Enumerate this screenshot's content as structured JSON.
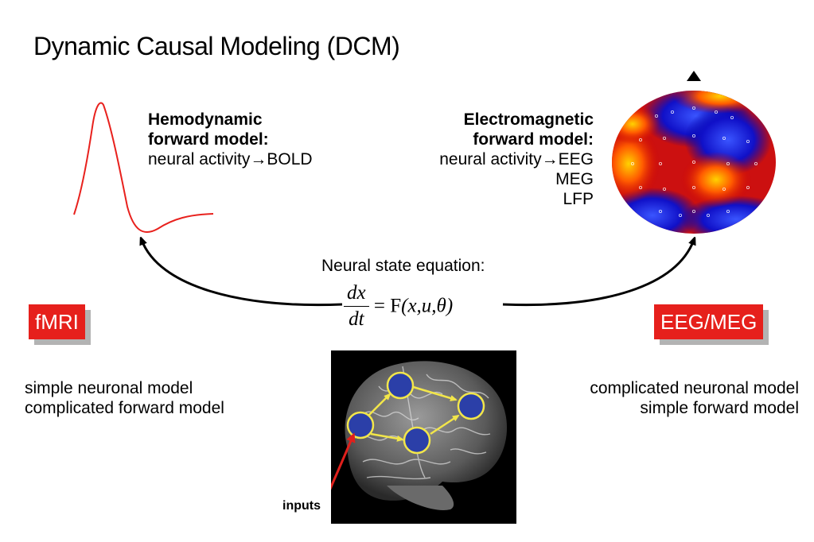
{
  "title": "Dynamic Causal Modeling (DCM)",
  "hemodynamic": {
    "title_line1": "Hemodynamic",
    "title_line2": "forward model:",
    "mapping": "neural activity→BOLD"
  },
  "electromagnetic": {
    "title_line1": "Electromagnetic",
    "title_line2": "forward model:",
    "mapping": "neural activity→EEG",
    "line2": "MEG",
    "line3": "LFP"
  },
  "state_equation": {
    "label": "Neural state equation:",
    "numerator": "dx",
    "denominator": "dt",
    "rhs_func": "= F",
    "rhs_args": "(x,u,θ)"
  },
  "badges": {
    "fmri": "fMRI",
    "eeg_meg": "EEG/MEG"
  },
  "fmri_description": {
    "line1": "simple neuronal model",
    "line2": "complicated forward model"
  },
  "eeg_description": {
    "line1": "complicated neuronal model",
    "line2": "simple forward model"
  },
  "brain": {
    "inputs_label": "inputs"
  },
  "colors": {
    "badge": "#e6201c",
    "bold_curve": "#e8211d",
    "node_fill": "#2b3fa8",
    "node_stroke": "#f2e64a",
    "arrow": "#000000"
  }
}
